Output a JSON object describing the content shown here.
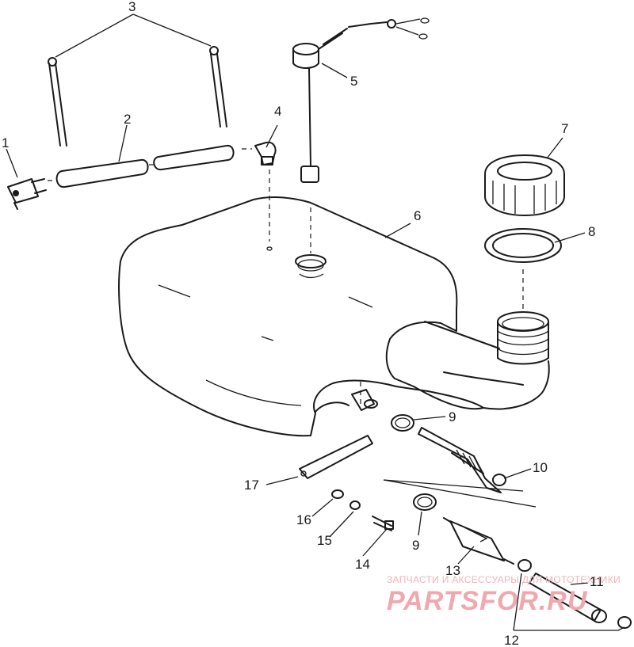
{
  "callouts": {
    "c1": "1",
    "c2": "2",
    "c3": "3",
    "c4": "4",
    "c5": "5",
    "c6": "6",
    "c7": "7",
    "c8": "8",
    "c9a": "9",
    "c9b": "9",
    "c10": "10",
    "c11": "11",
    "c12": "12",
    "c13": "13",
    "c14": "14",
    "c15": "15",
    "c16": "16",
    "c17": "17"
  },
  "watermark": {
    "tagline": "ЗАПЧАСТИ И АКСЕССУАРЫ ДЛЯ МОТОТЕХНИКИ",
    "brand": "PARTSFOR.RU"
  },
  "colors": {
    "line": "#1a1a1a",
    "watermark": "#f0a8ae"
  }
}
